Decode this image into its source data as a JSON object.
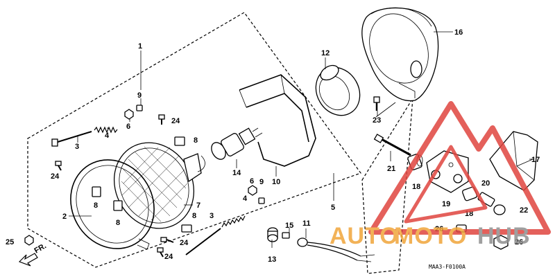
{
  "diagram": {
    "callouts": [
      "1",
      "2",
      "3",
      "4",
      "5",
      "6",
      "7",
      "8",
      "9",
      "10",
      "11",
      "12",
      "13",
      "14",
      "15",
      "16",
      "17",
      "18",
      "19",
      "20",
      "21",
      "22",
      "23",
      "24",
      "25",
      "26"
    ],
    "labels": {
      "frame": "1",
      "rim": "2",
      "screw_upper": "3",
      "spring_upper": "4",
      "frame_lower": "5",
      "nut_upper": "6",
      "lens": "7",
      "clip_a": "8",
      "collar_upper": "9",
      "bracket": "10",
      "socket": "11",
      "dust_cover": "12",
      "grommet": "13",
      "bulb": "14",
      "collar_lower": "15",
      "case": "16",
      "stay": "17",
      "bush_a": "18",
      "bracket_b": "19",
      "collar_20": "20",
      "bolt_21": "21",
      "nut_22": "22",
      "screw_23": "23",
      "screw_24": "24",
      "bolt_25": "25",
      "nut_26": "26",
      "screw_lower": "3",
      "spring_lower": "4",
      "nut_lower": "6",
      "collar_9b": "9",
      "clip_b": "8",
      "clip_c": "8",
      "clip_d": "8",
      "screw_24b": "24",
      "screw_24c": "24",
      "screw_24d": "24",
      "bush_b": "18",
      "nut_26b": "26"
    },
    "front_label": "FR.",
    "figure_code": "MAA3-F0100A"
  },
  "watermark": {
    "text_auto": "AUTO",
    "text_moto": "MOTO",
    "text_hub": "HUB",
    "colors": {
      "red": "#e0453f",
      "orange": "#f0a53a",
      "gray": "#8f8f8f"
    }
  }
}
